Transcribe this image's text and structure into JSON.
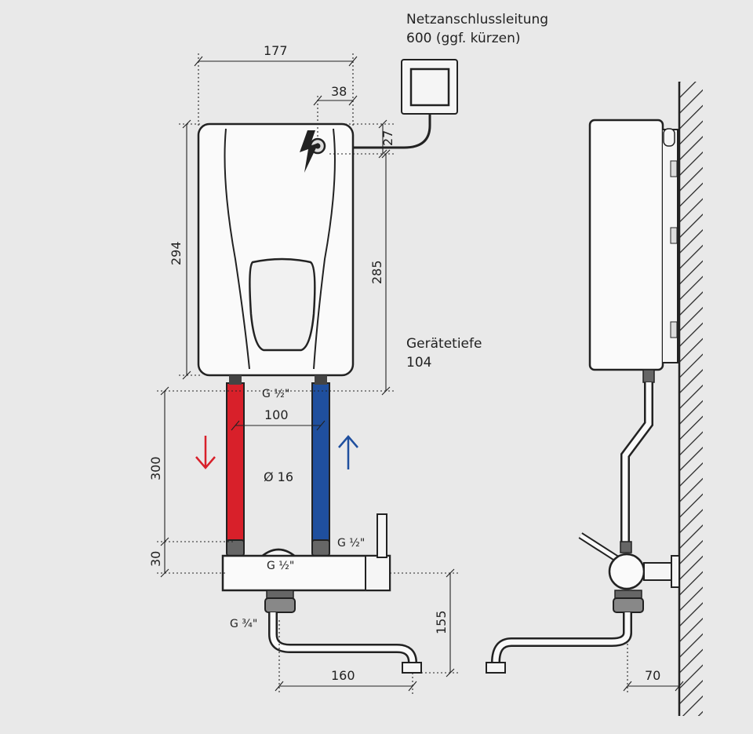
{
  "power_cable": {
    "label_line1": "Netzanschlussleitung",
    "label_line2": "600 (ggf. kürzen)"
  },
  "dimensions": {
    "width_total": "177",
    "cable_offset": "38",
    "cable_height": "27",
    "height_total": "294",
    "height_to_connection": "285",
    "pipe_spacing": "100",
    "pipe_length": "300",
    "fitting_height": "30",
    "spout_height": "155",
    "spout_reach": "160",
    "wall_offset": "70"
  },
  "device_depth": {
    "label": "Gerätetiefe",
    "value": "104"
  },
  "pipe_diameter": "Ø 16",
  "thread_labels": {
    "top": "G ½\"",
    "fitting_right": "G ½\"",
    "fitting_center": "G ½\"",
    "spout": "G ¾\""
  },
  "colors": {
    "hot_pipe": "#d8202a",
    "cold_pipe": "#1f4f9e",
    "background": "#e9e9e9",
    "line": "#222222"
  },
  "icons": {
    "power": "lightning-bolt-icon",
    "hot_flow": "arrow-down-icon",
    "cold_flow": "arrow-up-icon"
  }
}
